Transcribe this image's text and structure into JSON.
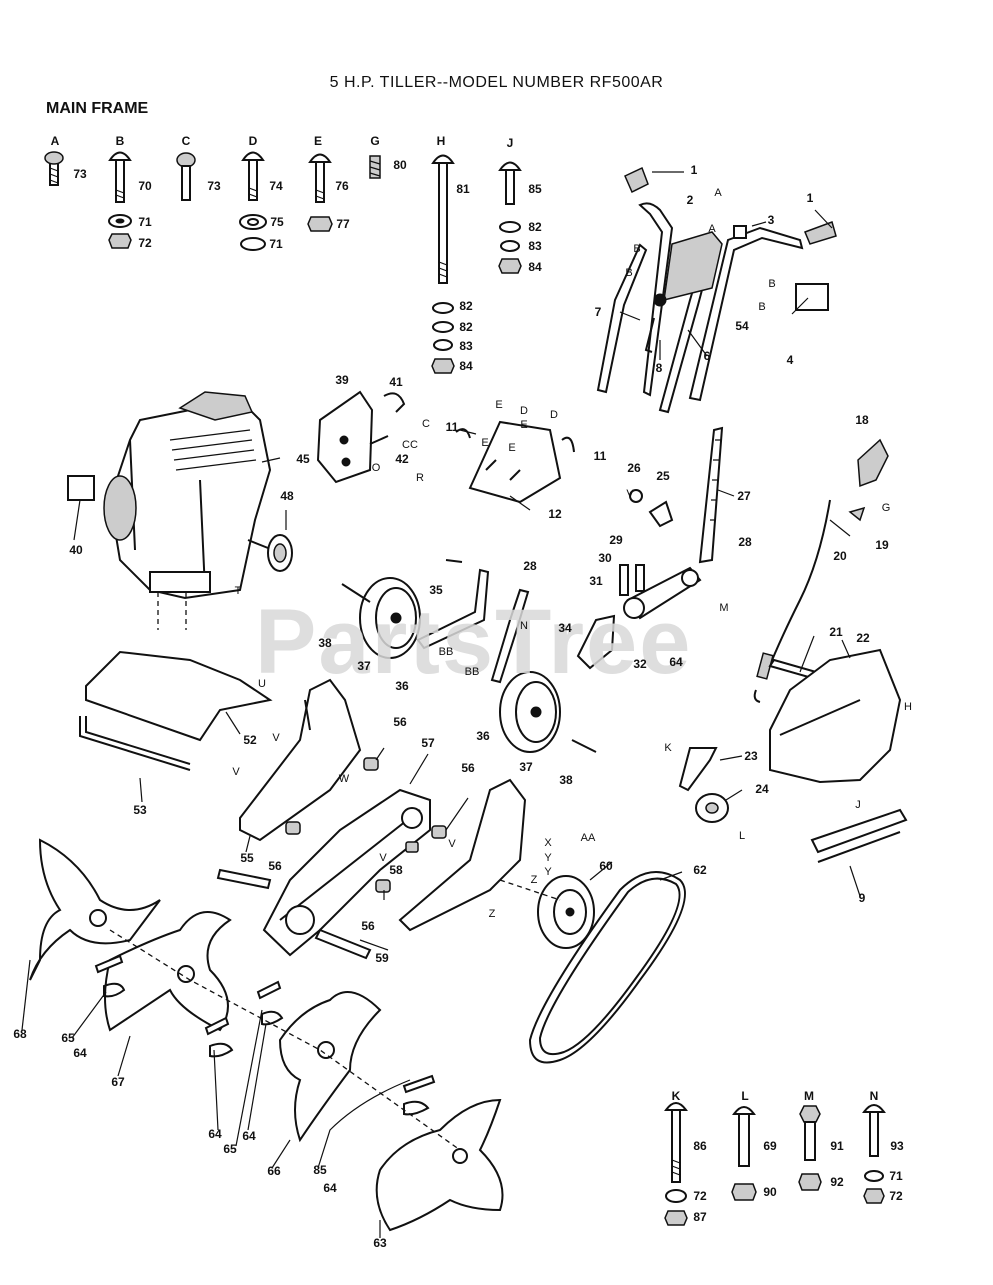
{
  "header": {
    "title": "5 H.P. TILLER--MODEL NUMBER RF500AR",
    "section": "MAIN FRAME"
  },
  "watermark": "PartsTree",
  "hardware_letters": [
    "A",
    "B",
    "C",
    "D",
    "E",
    "G",
    "H",
    "J",
    "K",
    "L",
    "M",
    "N"
  ],
  "hardware_numbers": [
    "73",
    "70",
    "71",
    "72",
    "73",
    "74",
    "75",
    "71",
    "76",
    "77",
    "80",
    "81",
    "82",
    "82",
    "83",
    "84",
    "85",
    "82",
    "83",
    "84",
    "86",
    "72",
    "87",
    "69",
    "90",
    "91",
    "92",
    "93",
    "71",
    "72"
  ],
  "part_numbers": [
    "1",
    "1",
    "2",
    "3",
    "4",
    "6",
    "7",
    "8",
    "54",
    "9",
    "11",
    "11",
    "12",
    "18",
    "19",
    "20",
    "21",
    "22",
    "23",
    "24",
    "25",
    "26",
    "27",
    "28",
    "28",
    "29",
    "30",
    "31",
    "32",
    "34",
    "35",
    "36",
    "36",
    "37",
    "37",
    "38",
    "38",
    "39",
    "40",
    "41",
    "42",
    "45",
    "48",
    "52",
    "53",
    "55",
    "56",
    "56",
    "56",
    "56",
    "57",
    "58",
    "59",
    "60",
    "62",
    "63",
    "64",
    "64",
    "64",
    "64",
    "64",
    "65",
    "65",
    "66",
    "67",
    "68",
    "85"
  ],
  "reference_letters": [
    "A",
    "A",
    "B",
    "B",
    "B",
    "B",
    "C",
    "CC",
    "D",
    "D",
    "E",
    "E",
    "E",
    "E",
    "G",
    "H",
    "J",
    "K",
    "L",
    "M",
    "N",
    "O",
    "R",
    "T",
    "U",
    "V",
    "V",
    "V",
    "V",
    "V",
    "W",
    "X",
    "Y",
    "Y",
    "Z",
    "Z",
    "AA",
    "BB",
    "BB"
  ]
}
